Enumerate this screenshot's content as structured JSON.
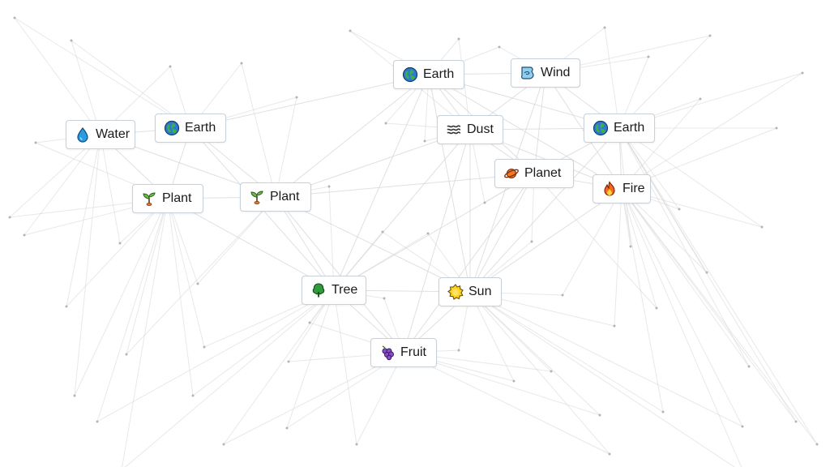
{
  "board": {
    "items": [
      {
        "id": "water",
        "label": "Water",
        "icon": "water-drop-icon"
      },
      {
        "id": "earth1",
        "label": "Earth",
        "icon": "earth-globe-icon"
      },
      {
        "id": "plant1",
        "label": "Plant",
        "icon": "seedling-icon"
      },
      {
        "id": "plant2",
        "label": "Plant",
        "icon": "seedling-icon"
      },
      {
        "id": "earth2",
        "label": "Earth",
        "icon": "earth-globe-icon"
      },
      {
        "id": "wind",
        "label": "Wind",
        "icon": "wind-icon"
      },
      {
        "id": "dust",
        "label": "Dust",
        "icon": "dust-icon"
      },
      {
        "id": "earth3",
        "label": "Earth",
        "icon": "earth-globe-icon"
      },
      {
        "id": "planet",
        "label": "Planet",
        "icon": "ringed-planet-icon"
      },
      {
        "id": "fire",
        "label": "Fire",
        "icon": "fire-icon"
      },
      {
        "id": "tree",
        "label": "Tree",
        "icon": "tree-icon"
      },
      {
        "id": "sun",
        "label": "Sun",
        "icon": "sun-icon"
      },
      {
        "id": "fruit",
        "label": "Fruit",
        "icon": "grapes-icon"
      }
    ]
  },
  "colors": {
    "background": "#ffffff",
    "line": "#d8d8d8",
    "tile_border": "#c8d0d8"
  }
}
